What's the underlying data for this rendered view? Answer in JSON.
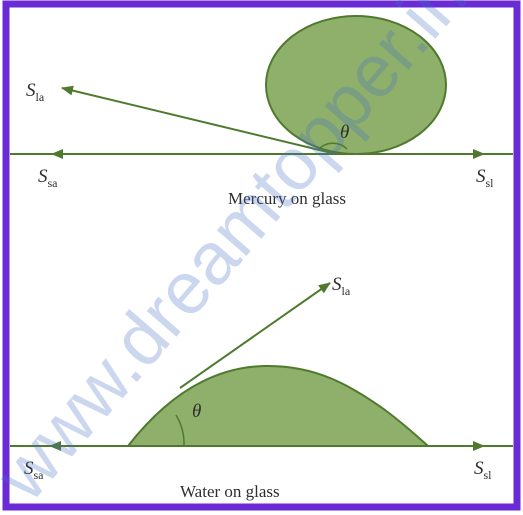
{
  "watermark": "www.dreamtopper.in",
  "top_panel": {
    "caption": "Mercury on glass",
    "angle_label": "θ",
    "labels": [
      {
        "symbol": "S",
        "subscript": "la"
      },
      {
        "symbol": "S",
        "subscript": "sa"
      },
      {
        "symbol": "S",
        "subscript": "sl"
      }
    ]
  },
  "bottom_panel": {
    "caption": "Water on glass",
    "angle_label": "θ",
    "labels": [
      {
        "symbol": "S",
        "subscript": "la"
      },
      {
        "symbol": "S",
        "subscript": "sa"
      },
      {
        "symbol": "S",
        "subscript": "sl"
      }
    ]
  },
  "colors": {
    "frame": "#6a2bd6",
    "drop_fill": "#8fb06a",
    "drop_stroke": "#4f7a2e",
    "line": "#4f7a2e"
  }
}
